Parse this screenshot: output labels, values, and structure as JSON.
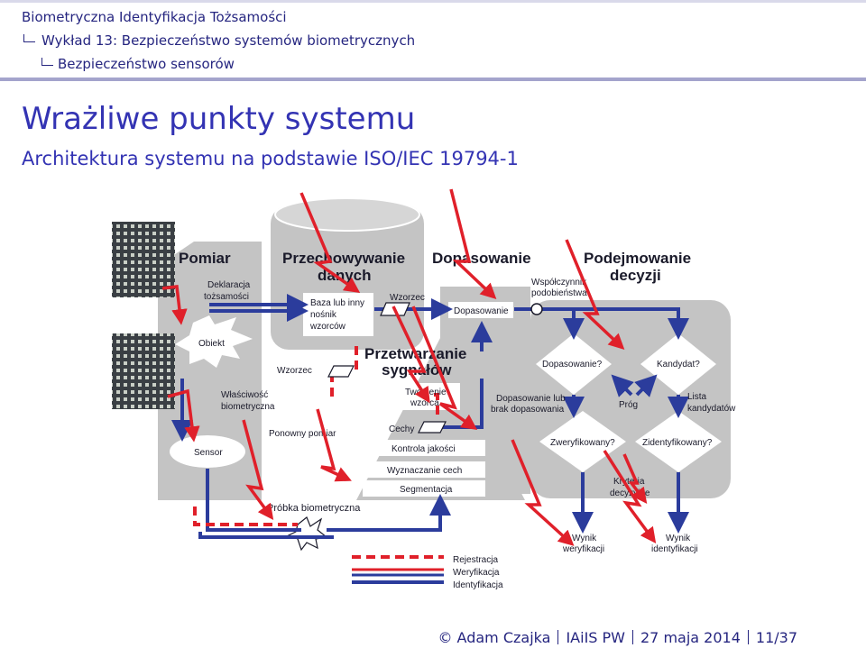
{
  "header": {
    "course": "Biometryczna Identyfikacja Tożsamości",
    "lecture": "Wykład 13: Bezpieczeństwo systemów biometrycznych",
    "section": "Bezpieczeństwo sensorów"
  },
  "slide": {
    "title": "Wrażliwe punkty systemu",
    "subtitle": "Architektura systemu na podstawie ISO/IEC 19794-1"
  },
  "diagram": {
    "heading_pomiar": "Pomiar",
    "heading_przechowywanie_1": "Przechowywanie",
    "heading_przechowywanie_2": "danych",
    "heading_dopasowanie": "Dopasowanie",
    "heading_decyzja_1": "Podejmowanie",
    "heading_decyzja_2": "decyzji",
    "heading_przetwarzanie_1": "Przetwarzanie",
    "heading_przetwarzanie_2": "sygnałów",
    "deklaracja_1": "Deklaracja",
    "deklaracja_2": "tożsamości",
    "baza_1": "Baza lub inny",
    "baza_2": "nośnik",
    "baza_3": "wzorców",
    "wzorzec_top": "Wzorzec",
    "wzorzec_left": "Wzorzec",
    "dopasowanie_box": "Dopasowanie",
    "wspolczynnik_1": "Współczynnik",
    "wspolczynnik_2": "podobieństwa",
    "obiekt": "Obiekt",
    "wlasciwosc_1": "Właściwość",
    "wlasciwosc_2": "biometryczna",
    "tworzenie_1": "Tworzenie",
    "tworzenie_2": "wzorca",
    "cechy": "Cechy",
    "ponowny_pomiar": "Ponowny pomiar",
    "kontrola": "Kontrola jakości",
    "wyznaczanie": "Wyznaczanie cech",
    "segmentacja": "Segmentacja",
    "sensor": "Sensor",
    "probka": "Próbka biometryczna",
    "dop_lub_1": "Dopasowanie lub",
    "dop_lub_2": "brak dopasowania",
    "dopasowanie_q": "Dopasowanie?",
    "kandydat_q": "Kandydat?",
    "prog": "Próg",
    "lista_1": "Lista",
    "lista_2": "kandydatów",
    "zweryfikowany_q": "Zweryfikowany?",
    "zidentyfikowany_q": "Zidentyfikowany?",
    "kryteria_1": "Kryteria",
    "kryteria_2": "decyzyjne",
    "wynik_wer_1": "Wynik",
    "wynik_wer_2": "weryfikacji",
    "wynik_id_1": "Wynik",
    "wynik_id_2": "identyfikacji",
    "legend_rejestracja": "Rejestracja",
    "legend_weryfikacja": "Weryfikacja",
    "legend_identyfikacja": "Identyfikacja"
  },
  "footer": {
    "author": "© Adam Czajka",
    "institute": "IAiIS PW",
    "date": "27 maja 2014",
    "page": "11/37"
  }
}
